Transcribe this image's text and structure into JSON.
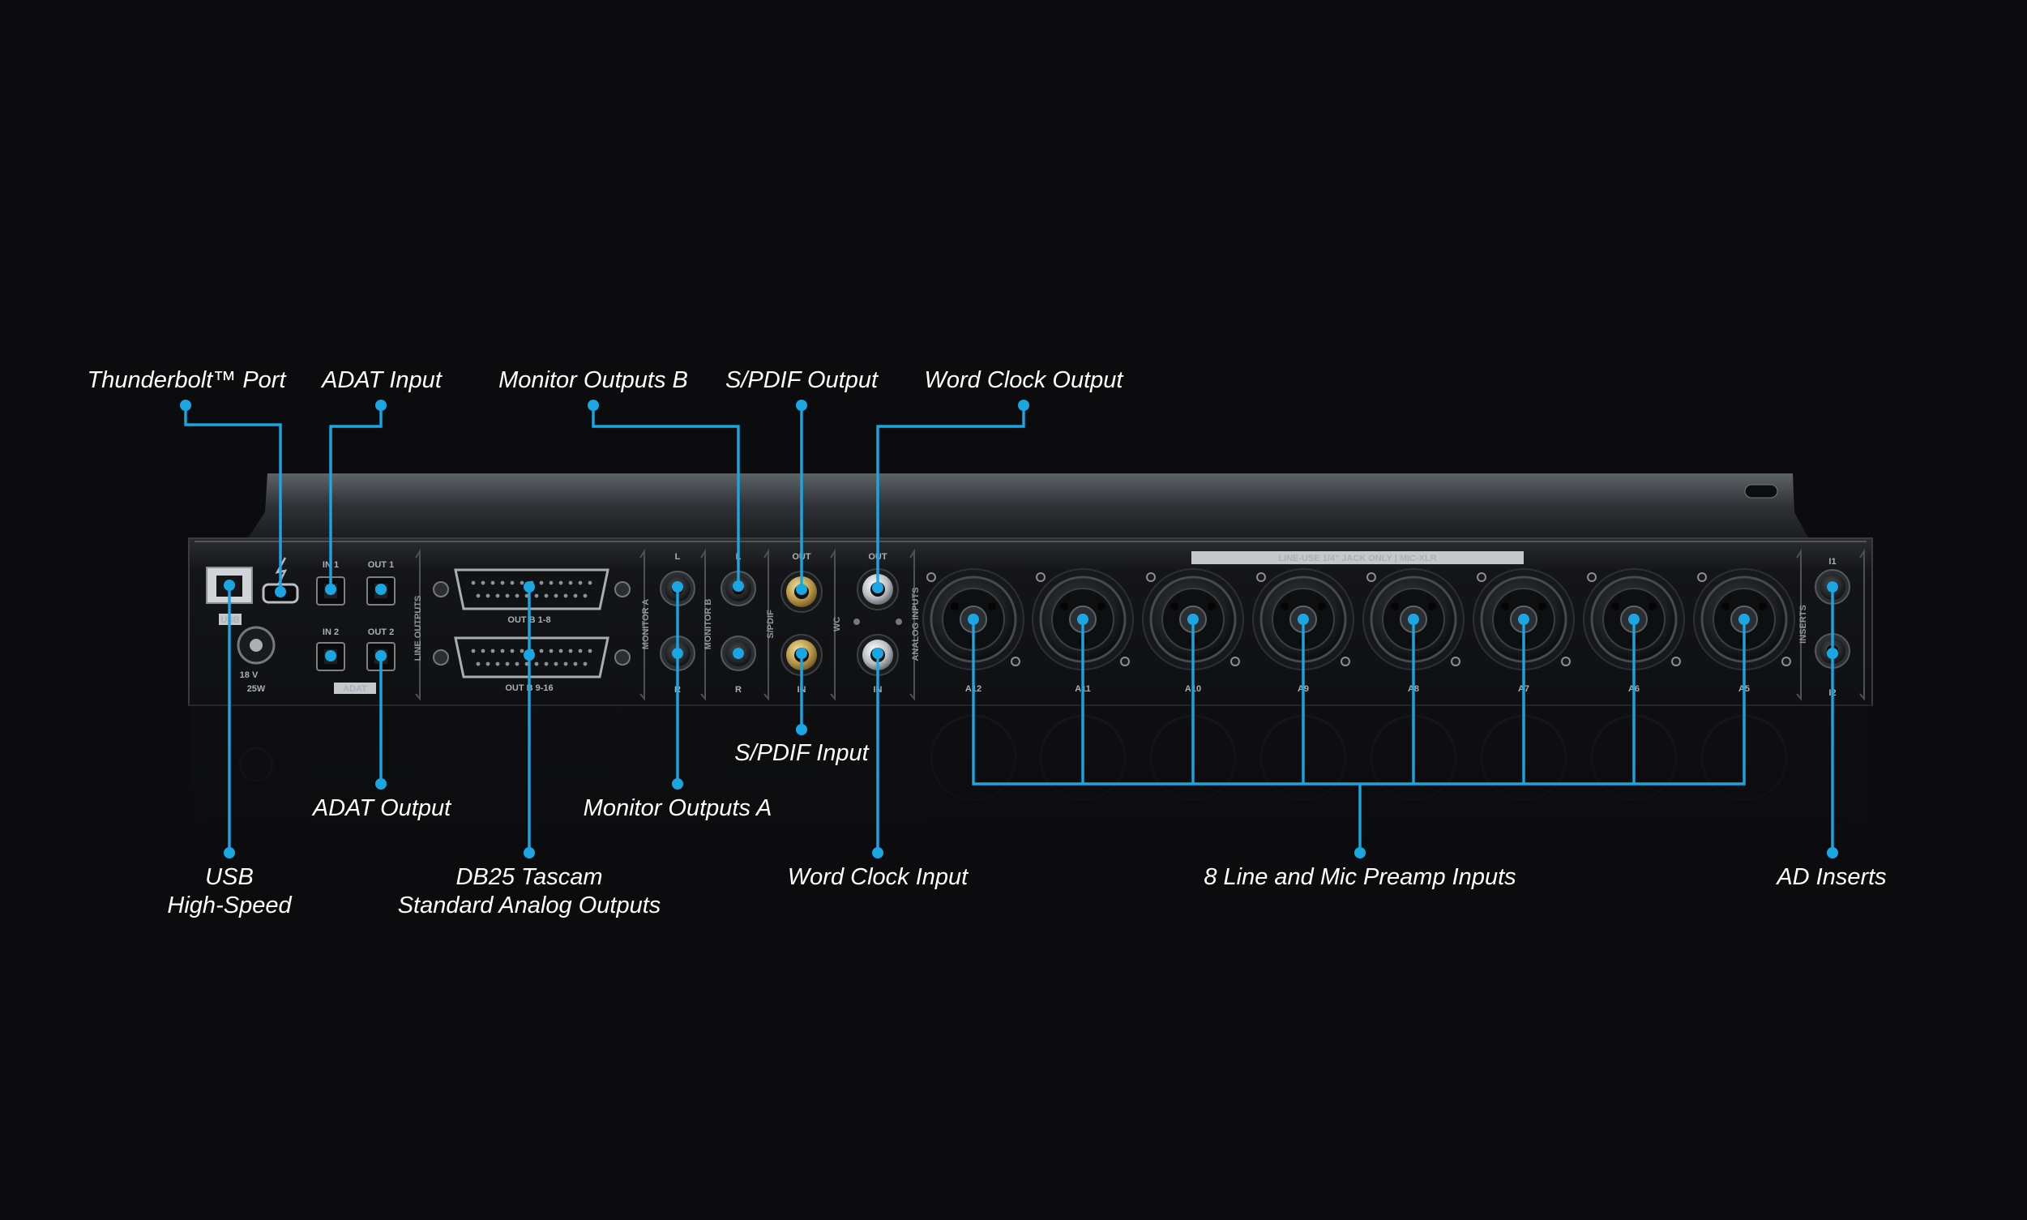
{
  "labels": {
    "thunderbolt": "Thunderbolt™ Port",
    "adat_input": "ADAT Input",
    "monitor_b": "Monitor Outputs B",
    "spdif_output": "S/PDIF Output",
    "word_clock_output": "Word Clock Output",
    "usb_line1": "USB",
    "usb_line2": "High-Speed",
    "adat_output": "ADAT Output",
    "db25_line1": "DB25 Tascam",
    "db25_line2": "Standard Analog Outputs",
    "monitor_a": "Monitor Outputs A",
    "spdif_input": "S/PDIF Input",
    "word_clock_input": "Word Clock Input",
    "preamp_inputs": "8 Line and Mic Preamp Inputs",
    "ad_inserts": "AD Inserts"
  },
  "panel": {
    "in1": "IN 1",
    "in2": "IN 2",
    "out1": "OUT 1",
    "out2": "OUT 2",
    "adat": "ADAT",
    "usb_mark": "USB",
    "power_v": "18 V",
    "power_w": "25W",
    "line_outputs": "LINE OUTPUTS",
    "db25_a": "OUT B 1-8",
    "db25_b": "OUT B 9-16",
    "monitor_a": "MONITOR A",
    "monitor_b": "MONITOR B",
    "l": "L",
    "r": "R",
    "spdif": "S/PDIF",
    "wc": "WC",
    "out": "OUT",
    "in": "IN",
    "analog_inputs": "ANALOG INPUTS",
    "combo_note": "LINE-USE 1/4\" JACK ONLY | MIC-XLR",
    "combo_labels": [
      "A12",
      "A11",
      "A10",
      "A9",
      "A8",
      "A7",
      "A6",
      "A5"
    ],
    "inserts": "INSERTS",
    "i1": "I1",
    "i2": "I2"
  },
  "colors": {
    "callout": "#19a6e3",
    "background": "#0c0c0e",
    "text": "#ffffff"
  }
}
